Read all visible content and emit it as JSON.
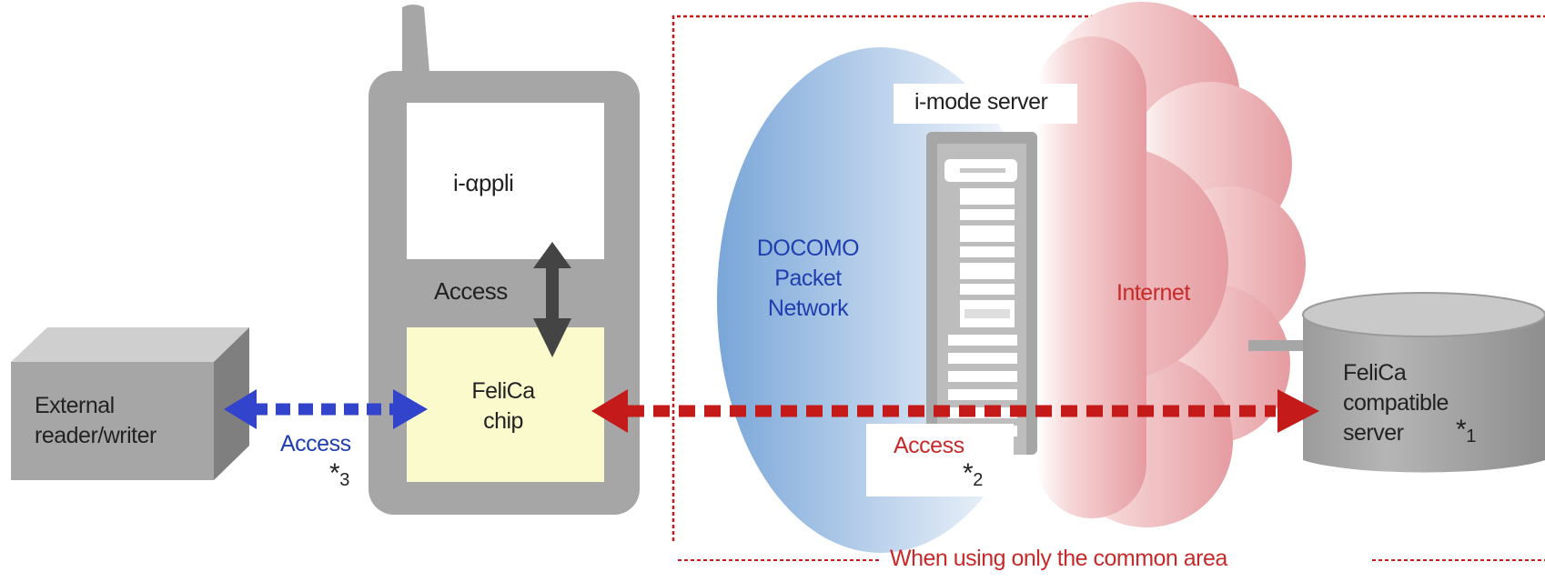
{
  "external_reader": {
    "line1": "External",
    "line2": "reader/writer"
  },
  "phone": {
    "appli_label": "i-αppli",
    "access_label": "Access",
    "felica_chip_line1": "FeliCa",
    "felica_chip_line2": "chip"
  },
  "external_access": {
    "label": "Access",
    "note_star": "*",
    "note_num": "3"
  },
  "docomo_network": {
    "line1": "DOCOMO",
    "line2": "Packet",
    "line3": "Network"
  },
  "imode_server": {
    "label": "i-mode server"
  },
  "internet": {
    "label": "Internet"
  },
  "felica_server": {
    "line1": "FeliCa",
    "line2": "compatible",
    "line3": "server",
    "note_star": "*",
    "note_num": "1"
  },
  "network_access": {
    "label": "Access",
    "note_star": "*",
    "note_num": "2"
  },
  "common_area": {
    "caption": "When using only the common area"
  },
  "colors": {
    "gray": "#a6a6a6",
    "chip_fill": "#fbfacd",
    "blue_arrow": "#3344cc",
    "red_arrow": "#c41a1a",
    "network_blue": "#79a6d8",
    "internet_pink": "#e6a0a4"
  }
}
